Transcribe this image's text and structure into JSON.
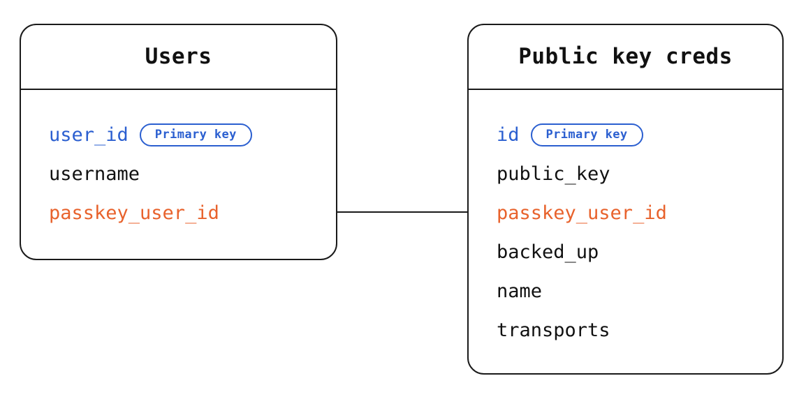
{
  "diagram": {
    "type": "entity-relationship-diagram",
    "background_color": "#ffffff",
    "colors": {
      "border": "#1a1a1a",
      "text": "#111111",
      "primary_key": "#2b5fd0",
      "foreign_key": "#e8622c"
    },
    "entities": [
      {
        "id": "users",
        "title": "Users",
        "fields": [
          {
            "name": "user_id",
            "color_role": "primary_key",
            "badge": "Primary key"
          },
          {
            "name": "username",
            "color_role": "plain",
            "badge": null
          },
          {
            "name": "passkey_user_id",
            "color_role": "foreign_key",
            "badge": null
          }
        ]
      },
      {
        "id": "public_key_creds",
        "title": "Public key creds",
        "fields": [
          {
            "name": "id",
            "color_role": "primary_key",
            "badge": "Primary key"
          },
          {
            "name": "public_key",
            "color_role": "plain",
            "badge": null
          },
          {
            "name": "passkey_user_id",
            "color_role": "foreign_key",
            "badge": null
          },
          {
            "name": "backed_up",
            "color_role": "plain",
            "badge": null
          },
          {
            "name": "name",
            "color_role": "plain",
            "badge": null
          },
          {
            "name": "transports",
            "color_role": "plain",
            "badge": null
          }
        ]
      }
    ],
    "relationships": [
      {
        "from_entity": "users",
        "from_field": "passkey_user_id",
        "to_entity": "public_key_creds",
        "to_field": "passkey_user_id",
        "style": "solid-line"
      }
    ]
  }
}
